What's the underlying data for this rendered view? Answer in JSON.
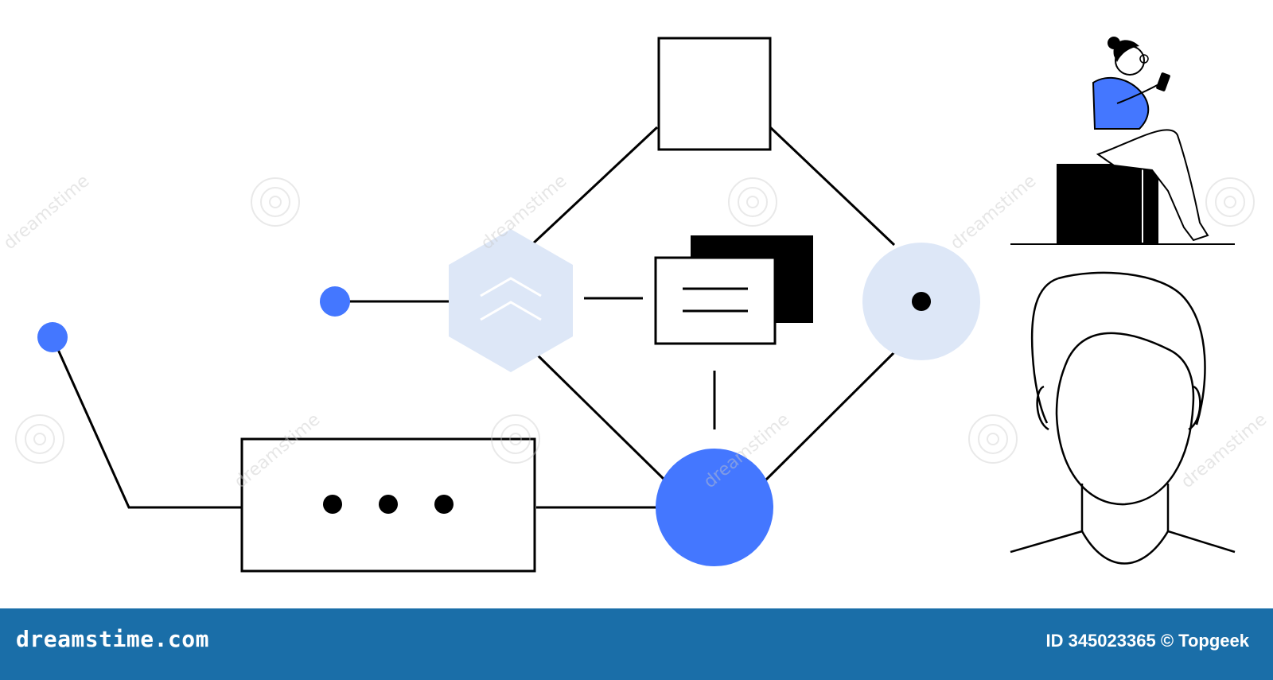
{
  "footer": {
    "logo_text": "dreamstime.com",
    "id_prefix": "ID",
    "id_number": "345023365",
    "copyright_symbol": "©",
    "author": "Topgeek"
  },
  "watermark": {
    "text": "dreamstime"
  },
  "colors": {
    "accent_blue": "#4477ff",
    "light_blue": "#dde7f7",
    "footer_bg": "#1a6ea8",
    "stroke": "#000000"
  },
  "icons": [
    "chevron-up-double-icon",
    "message-lines-icon",
    "dot-circle-icon",
    "ellipsis-icon",
    "person-head-icon",
    "person-sitting-phone-icon"
  ]
}
